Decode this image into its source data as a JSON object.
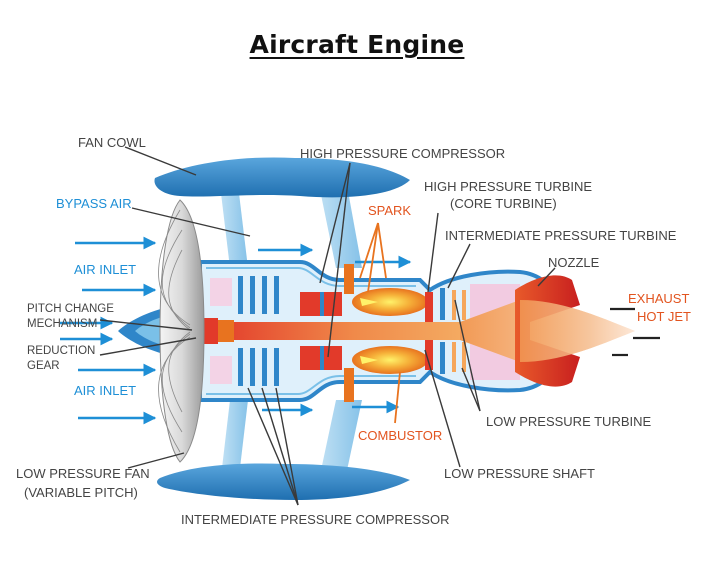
{
  "title": "Aircraft Engine",
  "labels": {
    "fan_cowl": "FAN COWL",
    "bypass_air": "BYPASS AIR",
    "air_inlet_top": "AIR INLET",
    "air_inlet_bottom": "AIR INLET",
    "pitch_change_1": "PITCH CHANGE",
    "pitch_change_2": "MECHANISM",
    "reduction_1": "REDUCTION",
    "reduction_2": "GEAR",
    "lp_fan_1": "LOW PRESSURE FAN",
    "lp_fan_2": "(VARIABLE PITCH)",
    "hp_compressor": "HIGH PRESSURE COMPRESSOR",
    "hp_turbine_1": "HIGH PRESSURE TURBINE",
    "hp_turbine_2": "(CORE TURBINE)",
    "spark": "SPARK",
    "ip_turbine": "INTERMEDIATE PRESSURE TURBINE",
    "nozzle": "NOZZLE",
    "exhaust_1": "EXHAUST",
    "exhaust_2": "HOT JET",
    "lp_turbine": "LOW PRESSURE TURBINE",
    "combustor": "COMBUSTOR",
    "lp_shaft": "LOW PRESSURE SHAFT",
    "ip_compressor": "INTERMEDIATE PRESSURE COMPRESSOR"
  },
  "colors": {
    "cowl_blue": "#2f86c9",
    "air_blue": "#1e8fd6",
    "shaft_red": "#e03030",
    "flame_orange": "#e8731f",
    "label_gray": "#444444"
  }
}
